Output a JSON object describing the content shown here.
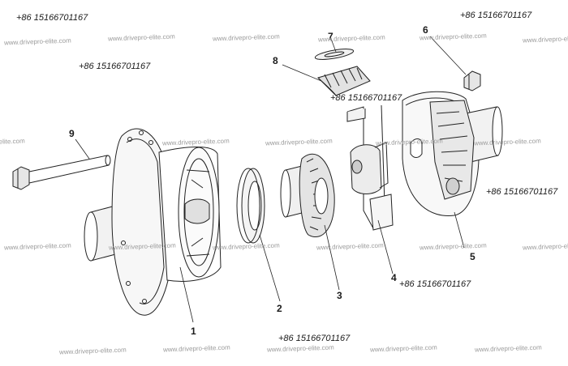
{
  "watermarks": {
    "phone": "+86 15166701167",
    "url": "www.drivepro-elite.com"
  },
  "callouts": {
    "p1": "1",
    "p2": "2",
    "p3": "3",
    "p4": "4",
    "p5": "5",
    "p6": "6",
    "p7": "7",
    "p8": "8",
    "p9": "9"
  },
  "colors": {
    "line": "#222222",
    "shade": "#d8d8d8",
    "dark": "#555555"
  }
}
